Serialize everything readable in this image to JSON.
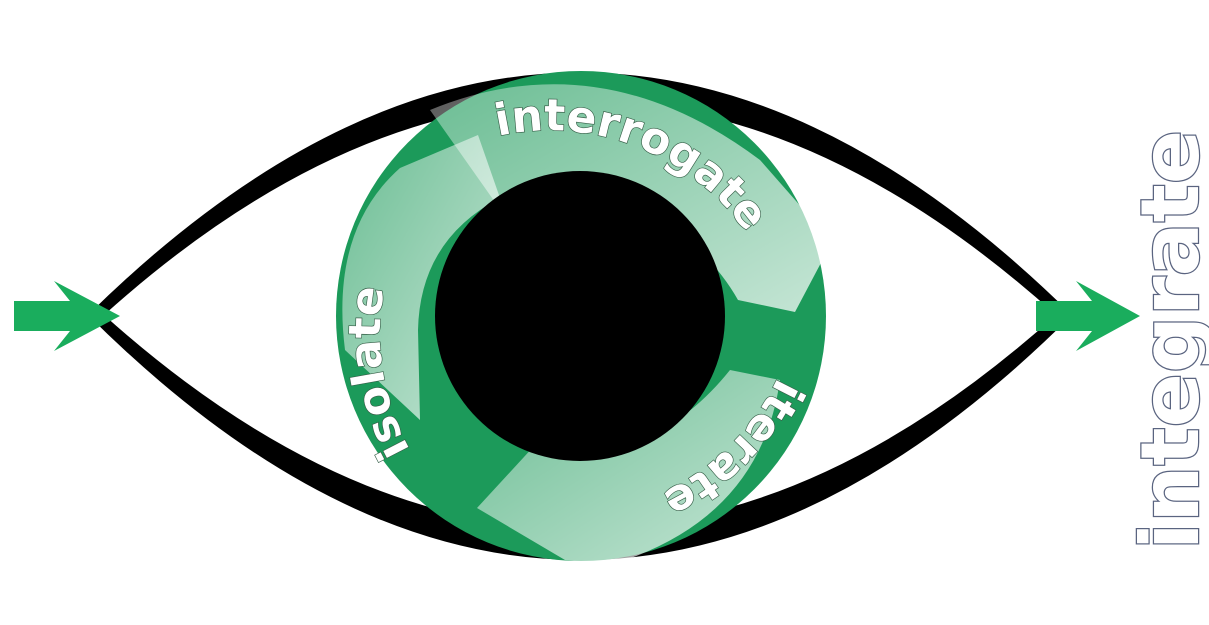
{
  "words": {
    "interrogate": "interrogate",
    "iterate": "iterate",
    "isolate": "isolate",
    "integrate": "integrate"
  },
  "colors": {
    "ring": "#1c9a5a",
    "arrow_light": "#c9ecd8",
    "eye_outline": "#000000",
    "pupil": "#000000",
    "input_arrow": "#1aad5d",
    "output_arrow": "#1aad5d",
    "integrate_outline": "#5a6480"
  },
  "icons": {
    "input": "right-arrow-icon",
    "output": "right-arrow-icon"
  }
}
